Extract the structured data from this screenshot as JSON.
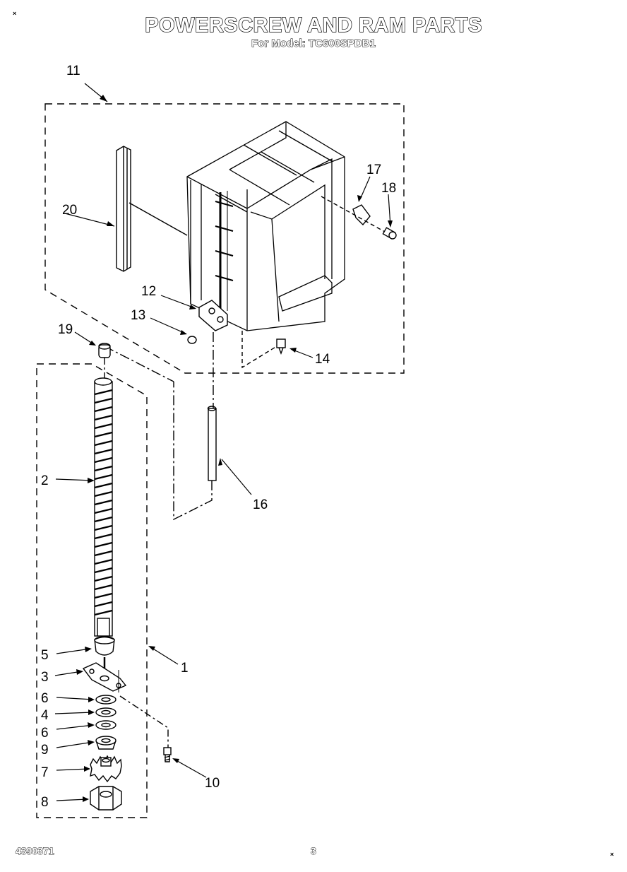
{
  "header": {
    "title": "POWERSCREW AND RAM PARTS",
    "subtitle": "For Model: TC600SPDB1"
  },
  "footer": {
    "doc_number": "4390371",
    "page_number": "3"
  },
  "corner_marks": [
    "×",
    "×"
  ],
  "callouts": [
    "11",
    "20",
    "17",
    "18",
    "12",
    "13",
    "19",
    "14",
    "16",
    "2",
    "5",
    "1",
    "3",
    "6",
    "4",
    "6",
    "9",
    "7",
    "10",
    "8"
  ]
}
